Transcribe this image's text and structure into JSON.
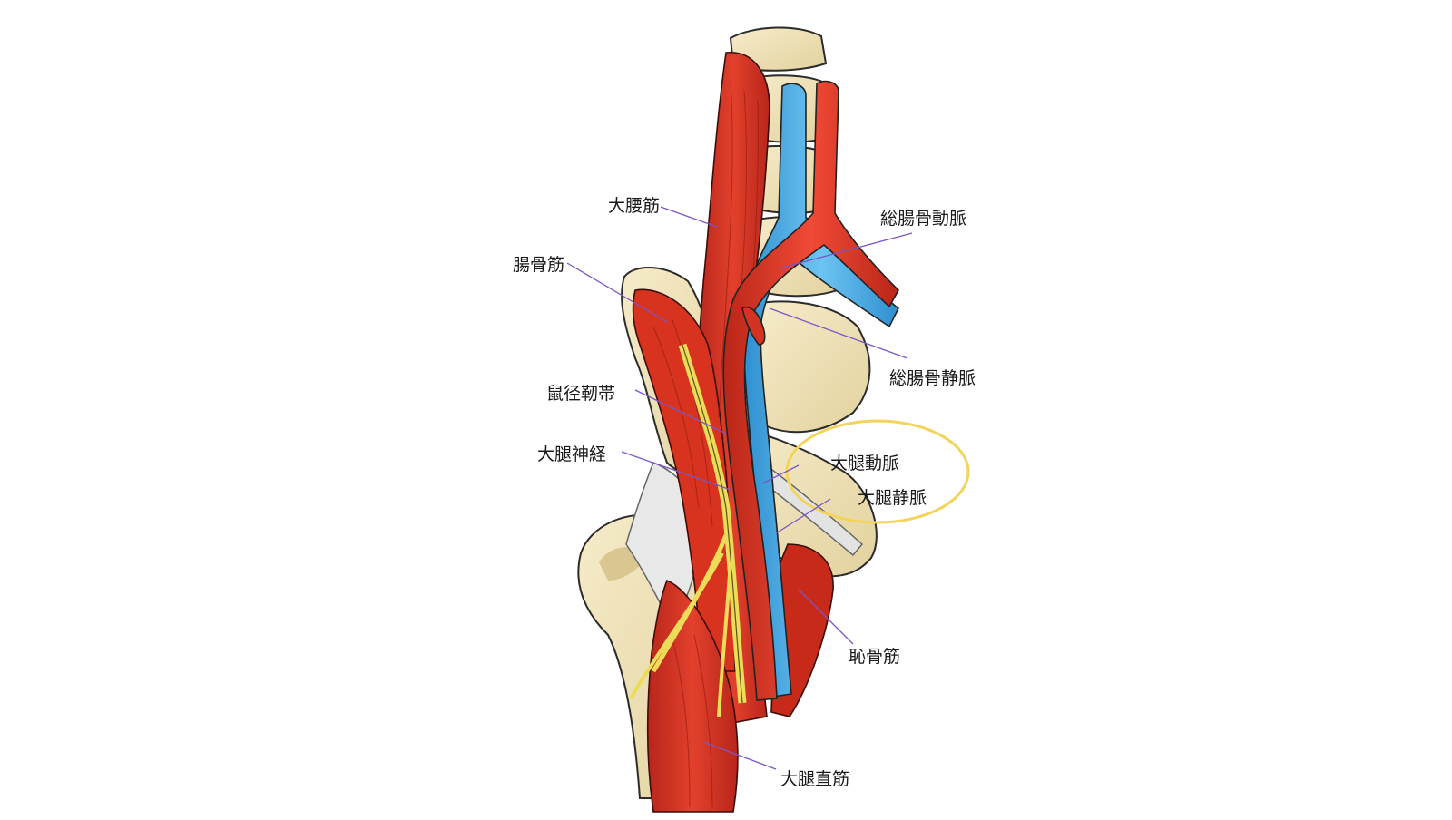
{
  "colors": {
    "muscle": "#d8321f",
    "muscle_dark": "#a31f12",
    "bone": "#f1e4bb",
    "bone_shadow": "#d9c690",
    "artery": "#e03a2a",
    "vein": "#4aaee6",
    "nerve": "#ecdc58",
    "ligament": "#dcdcdc",
    "leader": "#7a55c8",
    "highlight": "#f3d45a"
  },
  "labels": {
    "psoas_major": "大腰筋",
    "iliacus": "腸骨筋",
    "inguinal_ligament": "鼠径靭帯",
    "femoral_nerve": "大腿神経",
    "common_iliac_artery": "総腸骨動脈",
    "common_iliac_vein": "総腸骨静脈",
    "femoral_artery": "大腿動脈",
    "femoral_vein": "大腿静脈",
    "pectineus": "恥骨筋",
    "rectus_femoris": "大腿直筋"
  }
}
